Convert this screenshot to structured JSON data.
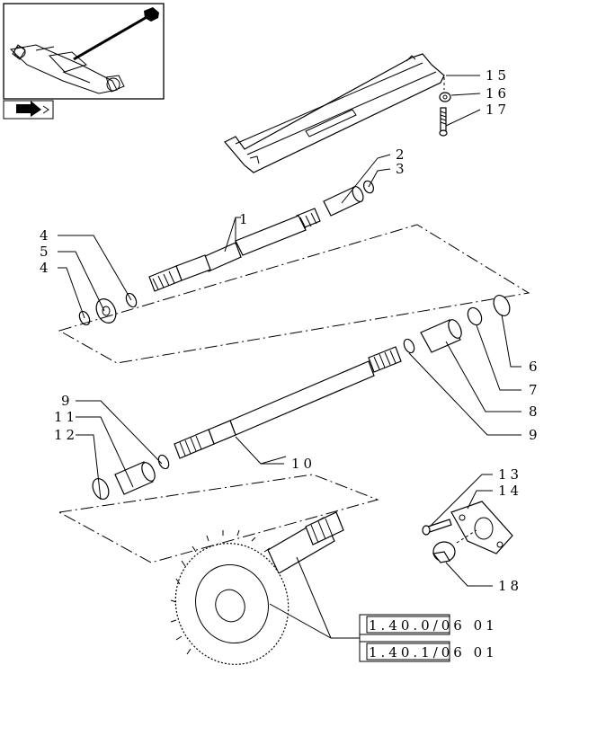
{
  "callouts": [
    "1",
    "2",
    "3",
    "4",
    "5",
    "4",
    "6",
    "7",
    "8",
    "9",
    "9",
    "11",
    "12",
    "10",
    "13",
    "14",
    "18",
    "15",
    "16",
    "17"
  ],
  "references": [
    "1.40.0/06 01",
    "1.40.1/06 01"
  ]
}
